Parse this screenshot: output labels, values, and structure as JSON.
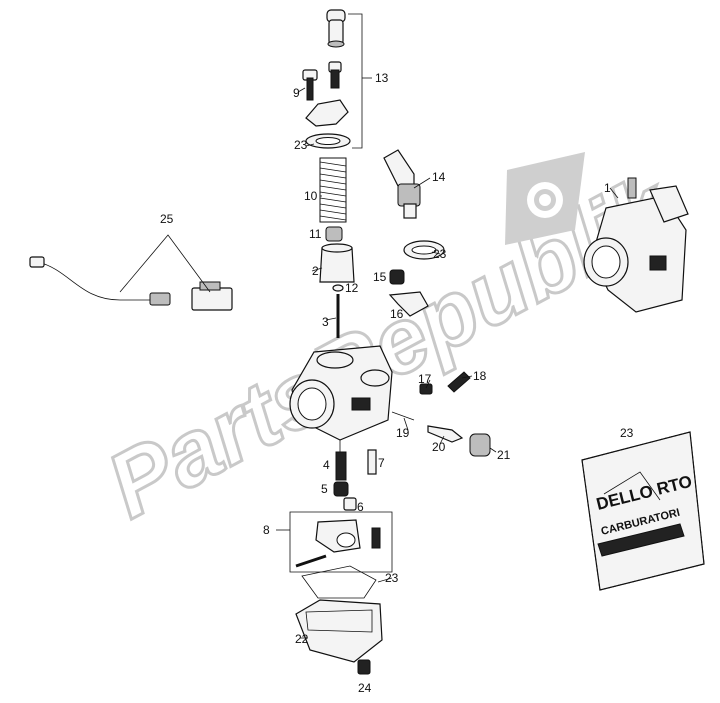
{
  "watermark": {
    "text": "PartsRepublik",
    "icon": "gear-icon",
    "color": "#c9c9c9"
  },
  "callouts": {
    "c1": "1",
    "c2": "2",
    "c3": "3",
    "c4": "4",
    "c5": "5",
    "c6": "6",
    "c7": "7",
    "c8": "8",
    "c9": "9",
    "c10": "10",
    "c11": "11",
    "c12": "12",
    "c13": "13",
    "c14": "14",
    "c15": "15",
    "c16": "16",
    "c17": "17",
    "c18": "18",
    "c19": "19",
    "c20": "20",
    "c21": "21",
    "c22": "22",
    "c23a": "23",
    "c23b": "23",
    "c23c": "23",
    "c23d": "23",
    "c24": "24",
    "c25": "25"
  },
  "bag": {
    "brand": "DELLO RTO",
    "product": "CARBURATORI"
  }
}
